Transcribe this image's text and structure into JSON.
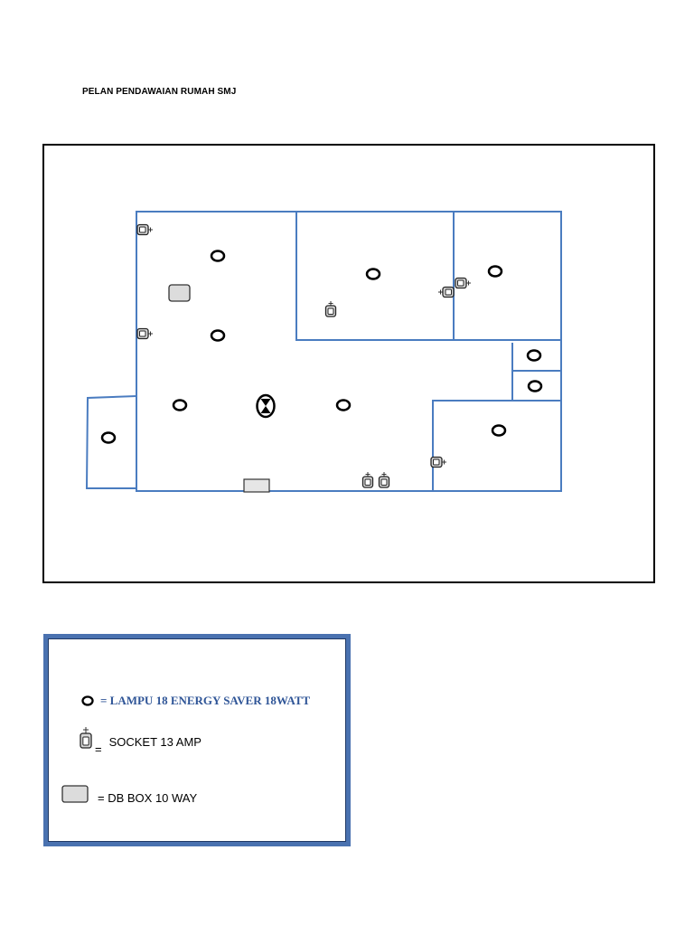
{
  "title": "PELAN PENDAWAIAN RUMAH SMJ",
  "colors": {
    "wall": "#4a7cc0",
    "frame": "#000000",
    "legend_border": "#4a72b0",
    "lamp_text": "#2f5597"
  },
  "icons": {
    "lamp": "lamp-circle-icon",
    "socket": "socket-outlet-icon",
    "db_box": "db-box-icon",
    "ceiling_fan": "ceiling-fan-icon",
    "door": "door-rectangle-icon"
  },
  "legend": {
    "lamp": "= LAMPU 18 ENERGY SAVER 18WATT",
    "socket": "SOCKET 13 AMP",
    "socket_eq": "=",
    "db_box": "= DB BOX 10 WAY"
  }
}
